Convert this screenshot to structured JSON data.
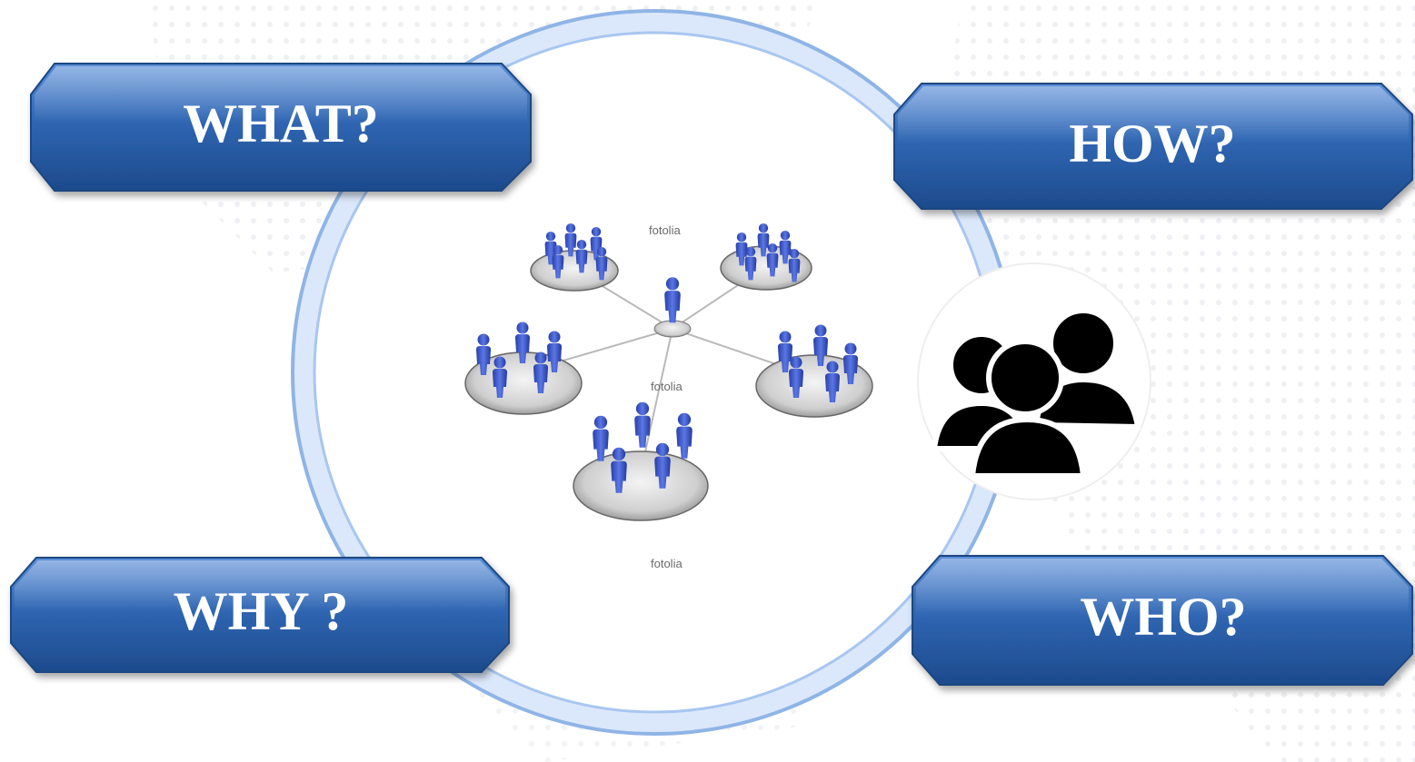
{
  "diagram": {
    "questions": {
      "what": "WHAT?",
      "how": "HOW?",
      "why": "WHY ?",
      "who": "WHO?"
    },
    "network_image": {
      "watermark_text": "fotolia"
    },
    "icons": {
      "people_group": "people-group-icon"
    },
    "colors": {
      "label_blue": "#2f66b3",
      "ring_blue": "#9cc0ee",
      "figure_blue": "#3a55c9",
      "icon_black": "#000000"
    }
  }
}
